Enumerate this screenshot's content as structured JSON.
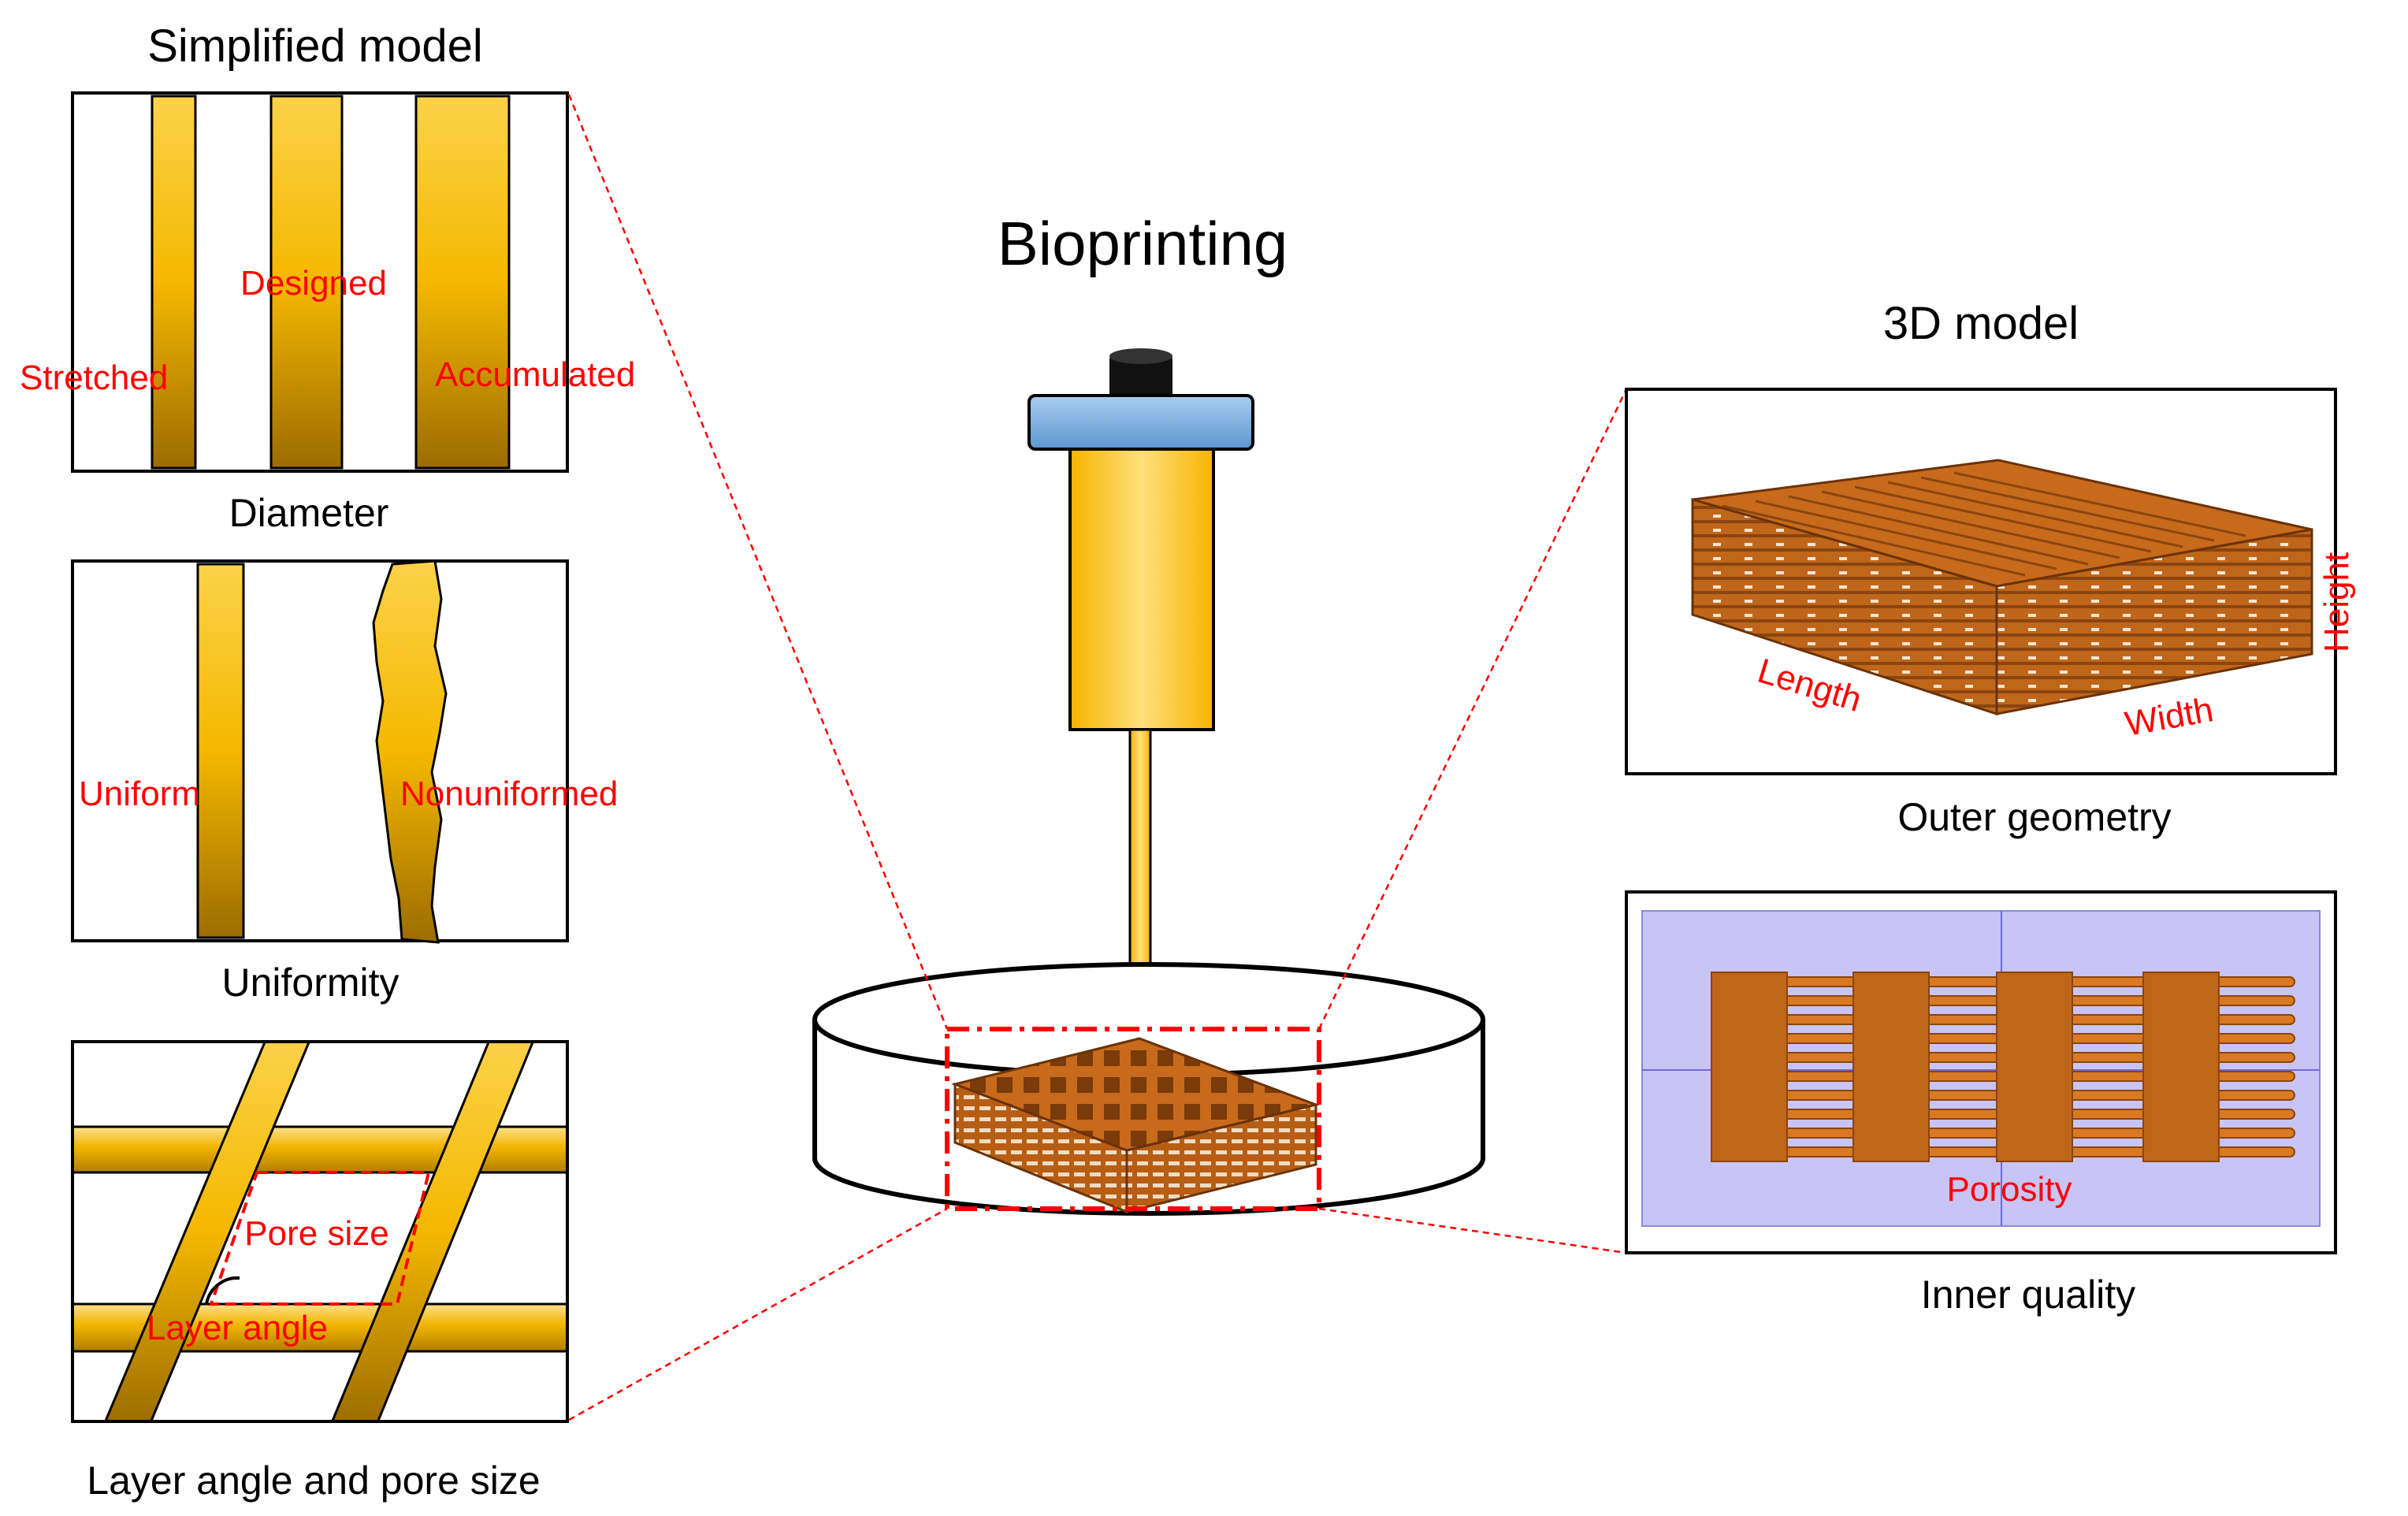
{
  "title": "Bioprinting",
  "simplified_model": {
    "heading": "Simplified model",
    "diameter": {
      "caption": "Diameter",
      "labels": {
        "stretched": "Stretched",
        "designed": "Designed",
        "accumulated": "Accumulated"
      }
    },
    "uniformity": {
      "caption": "Uniformity",
      "labels": {
        "uniform": "Uniform",
        "nonuniform": "Nonuniformed"
      }
    },
    "layer": {
      "caption": "Layer angle and pore size",
      "labels": {
        "pore_size": "Pore size",
        "layer_angle": "Layer angle"
      }
    }
  },
  "model_3d": {
    "heading": "3D model",
    "outer": {
      "caption": "Outer geometry",
      "labels": {
        "length": "Length",
        "width": "Width",
        "height": "Height"
      }
    },
    "inner": {
      "caption": "Inner quality",
      "labels": {
        "porosity": "Porosity"
      }
    }
  },
  "colors": {
    "filament_gold": "#f5b800",
    "filament_dark": "#a77400",
    "scaffold": "#c86a1b",
    "scaffold_dark": "#8a4510",
    "cap_blue": "#7fb2e0",
    "inner_panel": "#c8c4f5",
    "annotation_red": "#ff0000"
  },
  "icons": [
    "syringe-icon",
    "petri-dish-icon",
    "scaffold-icon"
  ]
}
